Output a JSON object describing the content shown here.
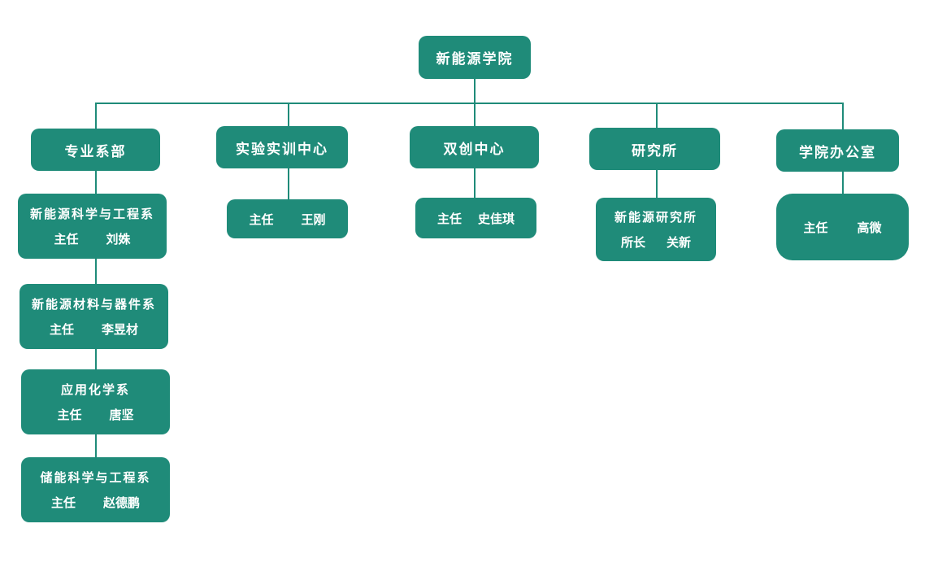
{
  "root": "新能源学院",
  "units": [
    {
      "name": "专业系部",
      "children": [
        {
          "name": "新能源科学与工程系",
          "role": "主任",
          "person": "刘姝"
        },
        {
          "name": "新能源材料与器件系",
          "role": "主任",
          "person": "李昱材"
        },
        {
          "name": "应用化学系",
          "role": "主任",
          "person": "唐坚"
        },
        {
          "name": "储能科学与工程系",
          "role": "主任",
          "person": "赵德鹏"
        }
      ]
    },
    {
      "name": "实验实训中心",
      "child": {
        "role": "主任",
        "person": "王刚"
      }
    },
    {
      "name": "双创中心",
      "child": {
        "role": "主任",
        "person": "史佳琪"
      }
    },
    {
      "name": "研究所",
      "child": {
        "name": "新能源研究所",
        "role": "所长",
        "person": "关新"
      }
    },
    {
      "name": "学院办公室",
      "child": {
        "role": "主任",
        "person": "高微"
      }
    }
  ],
  "colors": {
    "node": "#1f8b79",
    "line": "#1f8b79"
  }
}
